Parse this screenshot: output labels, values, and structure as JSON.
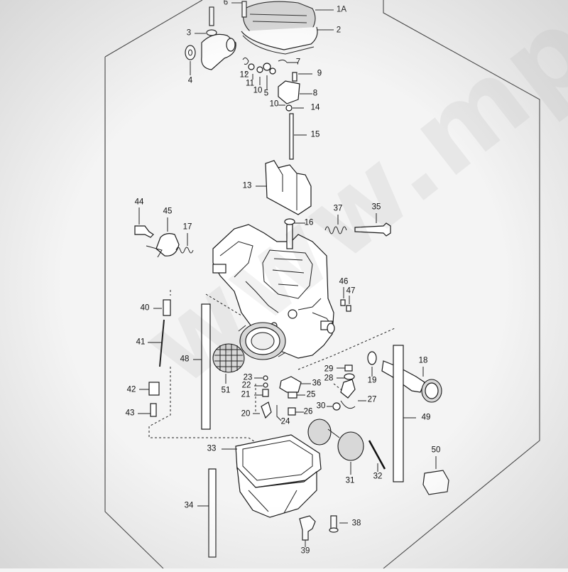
{
  "watermark": "www.mp",
  "callouts": [
    {
      "id": "c6",
      "text": "6"
    },
    {
      "id": "c1a",
      "text": "1A"
    },
    {
      "id": "c2",
      "text": "2"
    },
    {
      "id": "c3",
      "text": "3"
    },
    {
      "id": "c4",
      "text": "4"
    },
    {
      "id": "c7",
      "text": "7"
    },
    {
      "id": "c12",
      "text": "12"
    },
    {
      "id": "c9",
      "text": "9"
    },
    {
      "id": "c11",
      "text": "11"
    },
    {
      "id": "c10a",
      "text": "10"
    },
    {
      "id": "c5",
      "text": "5"
    },
    {
      "id": "c8",
      "text": "8"
    },
    {
      "id": "c10b",
      "text": "10"
    },
    {
      "id": "c14",
      "text": "14"
    },
    {
      "id": "c15",
      "text": "15"
    },
    {
      "id": "c13",
      "text": "13"
    },
    {
      "id": "c44",
      "text": "44"
    },
    {
      "id": "c45",
      "text": "45"
    },
    {
      "id": "c37",
      "text": "37"
    },
    {
      "id": "c35",
      "text": "35"
    },
    {
      "id": "c17",
      "text": "17"
    },
    {
      "id": "c16",
      "text": "16"
    },
    {
      "id": "c46",
      "text": "46"
    },
    {
      "id": "c47",
      "text": "47"
    },
    {
      "id": "c40",
      "text": "40"
    },
    {
      "id": "c41",
      "text": "41"
    },
    {
      "id": "c48",
      "text": "48"
    },
    {
      "id": "c29",
      "text": "29"
    },
    {
      "id": "c28",
      "text": "28"
    },
    {
      "id": "c19",
      "text": "19"
    },
    {
      "id": "c18",
      "text": "18"
    },
    {
      "id": "c23",
      "text": "23"
    },
    {
      "id": "c22",
      "text": "22"
    },
    {
      "id": "c36",
      "text": "36"
    },
    {
      "id": "c42",
      "text": "42"
    },
    {
      "id": "c51",
      "text": "51"
    },
    {
      "id": "c21",
      "text": "21"
    },
    {
      "id": "c25",
      "text": "25"
    },
    {
      "id": "c27",
      "text": "27"
    },
    {
      "id": "c43",
      "text": "43"
    },
    {
      "id": "c20",
      "text": "20"
    },
    {
      "id": "c26",
      "text": "26"
    },
    {
      "id": "c30",
      "text": "30"
    },
    {
      "id": "c24",
      "text": "24"
    },
    {
      "id": "c49",
      "text": "49"
    },
    {
      "id": "c33",
      "text": "33"
    },
    {
      "id": "c50",
      "text": "50"
    },
    {
      "id": "c32",
      "text": "32"
    },
    {
      "id": "c31",
      "text": "31"
    },
    {
      "id": "c34",
      "text": "34"
    },
    {
      "id": "c38",
      "text": "38"
    },
    {
      "id": "c39",
      "text": "39"
    }
  ]
}
